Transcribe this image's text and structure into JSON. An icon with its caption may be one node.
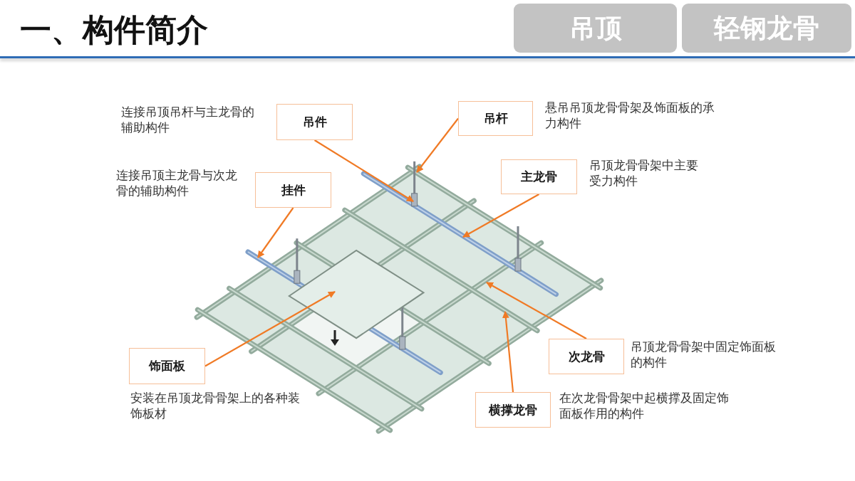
{
  "diagram": {
    "title": "一、构件简介",
    "nodes": [
      {
        "text": [
          "吊顶"
        ]
      },
      {
        "text": [
          "轻钢龙骨"
        ]
      },
      {
        "text": [
          "吊件"
        ],
        "beside": [
          "连接吊顶吊杆与主龙骨的辅助构件"
        ]
      },
      {
        "text": [
          "吊杆"
        ],
        "beside": [
          "悬吊吊顶龙骨骨架及饰面板的承力构件"
        ]
      },
      {
        "text": [
          "主龙骨"
        ],
        "beside": [
          "吊顶龙骨骨架中主要受力构件"
        ]
      },
      {
        "text": [
          "挂件"
        ],
        "beside": [
          "连接吊顶主龙骨与次龙骨的辅助构件"
        ]
      },
      {
        "text": [
          "次龙骨"
        ],
        "beside": [
          "吊顶龙骨骨架中固定饰面板的构件"
        ]
      },
      {
        "text": [
          "饰面板"
        ],
        "beside": [
          "安装在吊顶龙骨骨架上的各种装饰板材"
        ]
      },
      {
        "text": [
          "横撑龙骨"
        ],
        "beside": [
          "在次龙骨骨架中起横撑及固定饰面板作用的构件"
        ]
      }
    ],
    "edges": [
      {
        "from": 2,
        "to": null,
        "arrow": "to"
      },
      {
        "from": 3,
        "to": null,
        "arrow": "to"
      },
      {
        "from": 4,
        "to": null,
        "arrow": "to"
      },
      {
        "from": 5,
        "to": null,
        "arrow": "to"
      },
      {
        "from": 6,
        "to": null,
        "arrow": "to"
      },
      {
        "from": 7,
        "to": null,
        "arrow": "to"
      },
      {
        "from": 8,
        "to": null,
        "arrow": "to"
      }
    ]
  }
}
